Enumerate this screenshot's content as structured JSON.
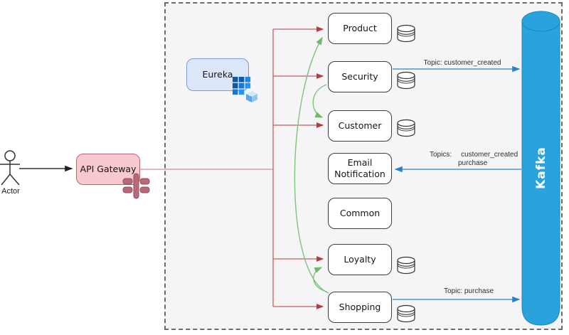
{
  "diagram": {
    "actor": {
      "label": "Actor"
    },
    "gateway": {
      "label": "API Gateway",
      "fill": "#f8c9ce",
      "border": "#b5656d"
    },
    "registry": {
      "label": "Eureka",
      "fill": "#dbe6f9",
      "border": "#8099d8"
    },
    "broker": {
      "label": "Kafka",
      "fill": "#2aa3dc"
    },
    "services": [
      {
        "label": "Product",
        "database": true
      },
      {
        "label": "Security",
        "database": true
      },
      {
        "label": "Customer",
        "database": true
      },
      {
        "label": "Email Notification",
        "database": false
      },
      {
        "label": "Common",
        "database": false
      },
      {
        "label": "Loyalty",
        "database": true
      },
      {
        "label": "Shopping",
        "database": true
      }
    ],
    "topic_labels": {
      "security_to_kafka": "Topic: customer_created",
      "kafka_to_email": {
        "prefix": "Topics:",
        "line1": "customer_created",
        "line2": "purchase"
      },
      "shopping_to_kafka": "Topic: purchase"
    },
    "connections": [
      {
        "from": "Actor",
        "to": "API Gateway",
        "style": "black-arrow"
      },
      {
        "from": "API Gateway",
        "to": "Product",
        "style": "red-arrow"
      },
      {
        "from": "API Gateway",
        "to": "Security",
        "style": "red-arrow"
      },
      {
        "from": "API Gateway",
        "to": "Customer",
        "style": "red-arrow"
      },
      {
        "from": "API Gateway",
        "to": "Loyalty",
        "style": "red-arrow"
      },
      {
        "from": "API Gateway",
        "to": "Shopping",
        "style": "red-arrow"
      },
      {
        "from": "Security",
        "to": "Customer",
        "style": "green-arrow"
      },
      {
        "from": "Shopping",
        "to": "Product",
        "style": "green-arrow"
      },
      {
        "from": "Shopping",
        "to": "Loyalty",
        "style": "green-arrow"
      },
      {
        "from": "Security",
        "to": "Kafka",
        "style": "blue-arrow",
        "label": "Topic: customer_created"
      },
      {
        "from": "Kafka",
        "to": "Email Notification",
        "style": "blue-arrow",
        "label": "Topics: customer_created, purchase"
      },
      {
        "from": "Shopping",
        "to": "Kafka",
        "style": "blue-arrow",
        "label": "Topic: purchase"
      }
    ],
    "colors": {
      "boundary_bg": "#f5f4f7",
      "boundary_border": "#6b6b6b",
      "red_line": "#bf6065",
      "red_arrow": "#b83b3b",
      "green_line": "#7cc57a",
      "blue_line": "#4e96cf",
      "kafka_blue": "#2aa3dc",
      "gateway_icon": "#b96a76",
      "eureka_icon_blue": "#1976d2"
    }
  }
}
